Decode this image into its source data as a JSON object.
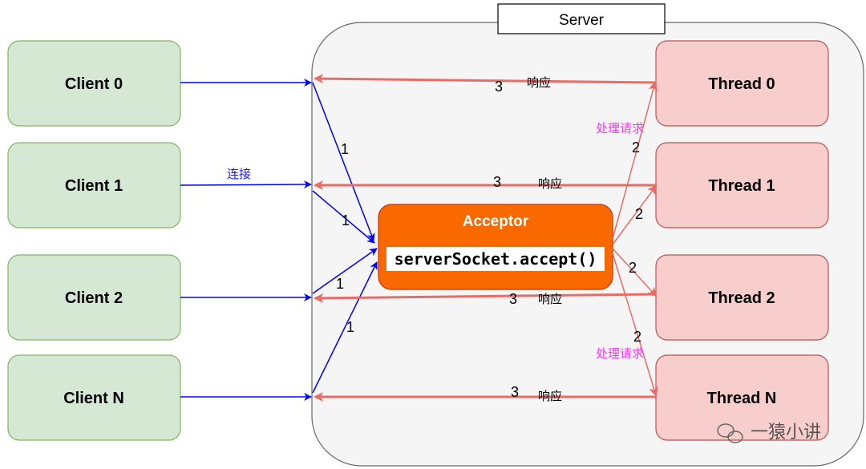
{
  "server": {
    "label": "Server"
  },
  "acceptor": {
    "title": "Acceptor",
    "code": "serverSocket.accept()"
  },
  "clients": [
    "Client 0",
    "Client 1",
    "Client 2",
    "Client N"
  ],
  "threads": [
    "Thread 0",
    "Thread 1",
    "Thread 2",
    "Thread N"
  ],
  "labels": {
    "connect": "连接",
    "response": "响应",
    "handle_request": "处理请求",
    "step1": "1",
    "step2": "2",
    "step3": "3"
  },
  "watermark": "一猿小讲",
  "colors": {
    "client_fill": "#d5e8d4",
    "client_stroke": "#82b366",
    "thread_fill": "#f8cecc",
    "thread_stroke": "#b85450",
    "acceptor_fill": "#fa6800",
    "acceptor_stroke": "#c73500",
    "connect_arrow": "#0000ff",
    "response_arrow": "#ea6b66"
  }
}
